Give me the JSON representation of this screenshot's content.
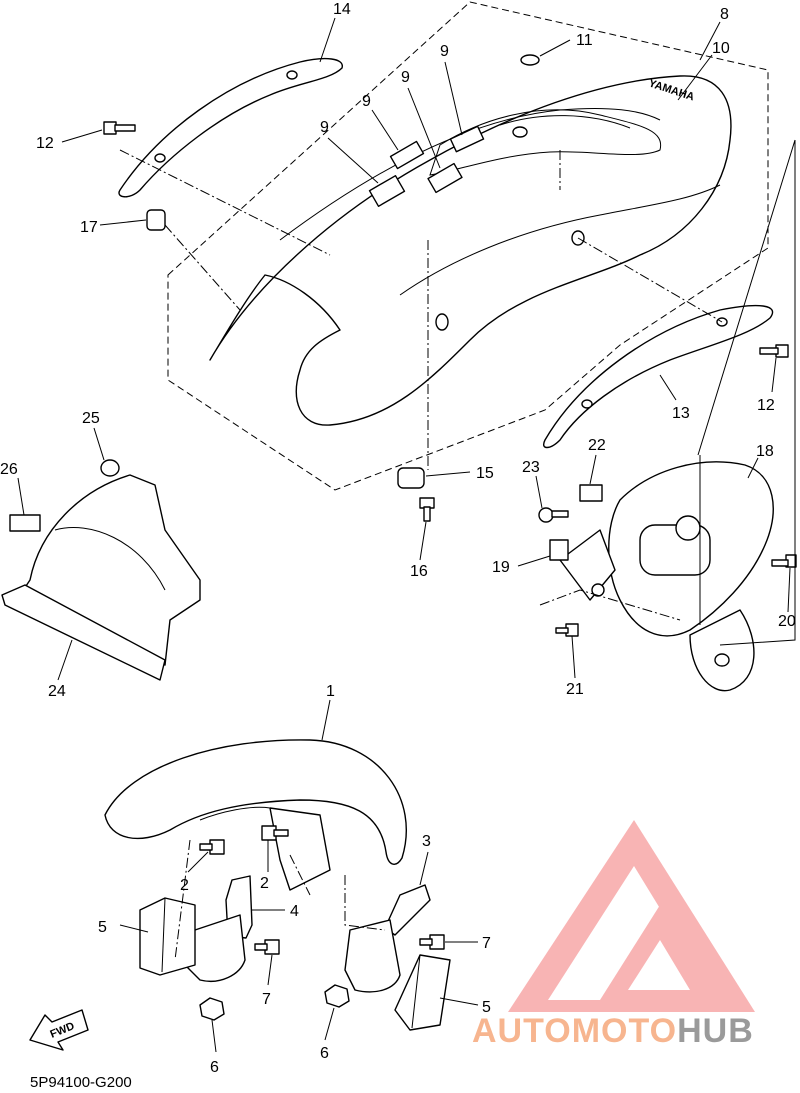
{
  "diagram": {
    "drawing_code": "5P94100-G200",
    "fwd_label": "FWD",
    "brand_logo_text": [
      "AUTO",
      "MOTO",
      "HUB"
    ],
    "brand_color": "#f7a0a0",
    "callouts": [
      "14",
      "8",
      "11",
      "10",
      "9",
      "9",
      "9",
      "9",
      "12",
      "17",
      "13",
      "12",
      "25",
      "26",
      "15",
      "16",
      "22",
      "23",
      "18",
      "19",
      "20",
      "21",
      "24",
      "1",
      "3",
      "2",
      "2",
      "4",
      "5",
      "7",
      "7",
      "6",
      "6",
      "5"
    ]
  }
}
